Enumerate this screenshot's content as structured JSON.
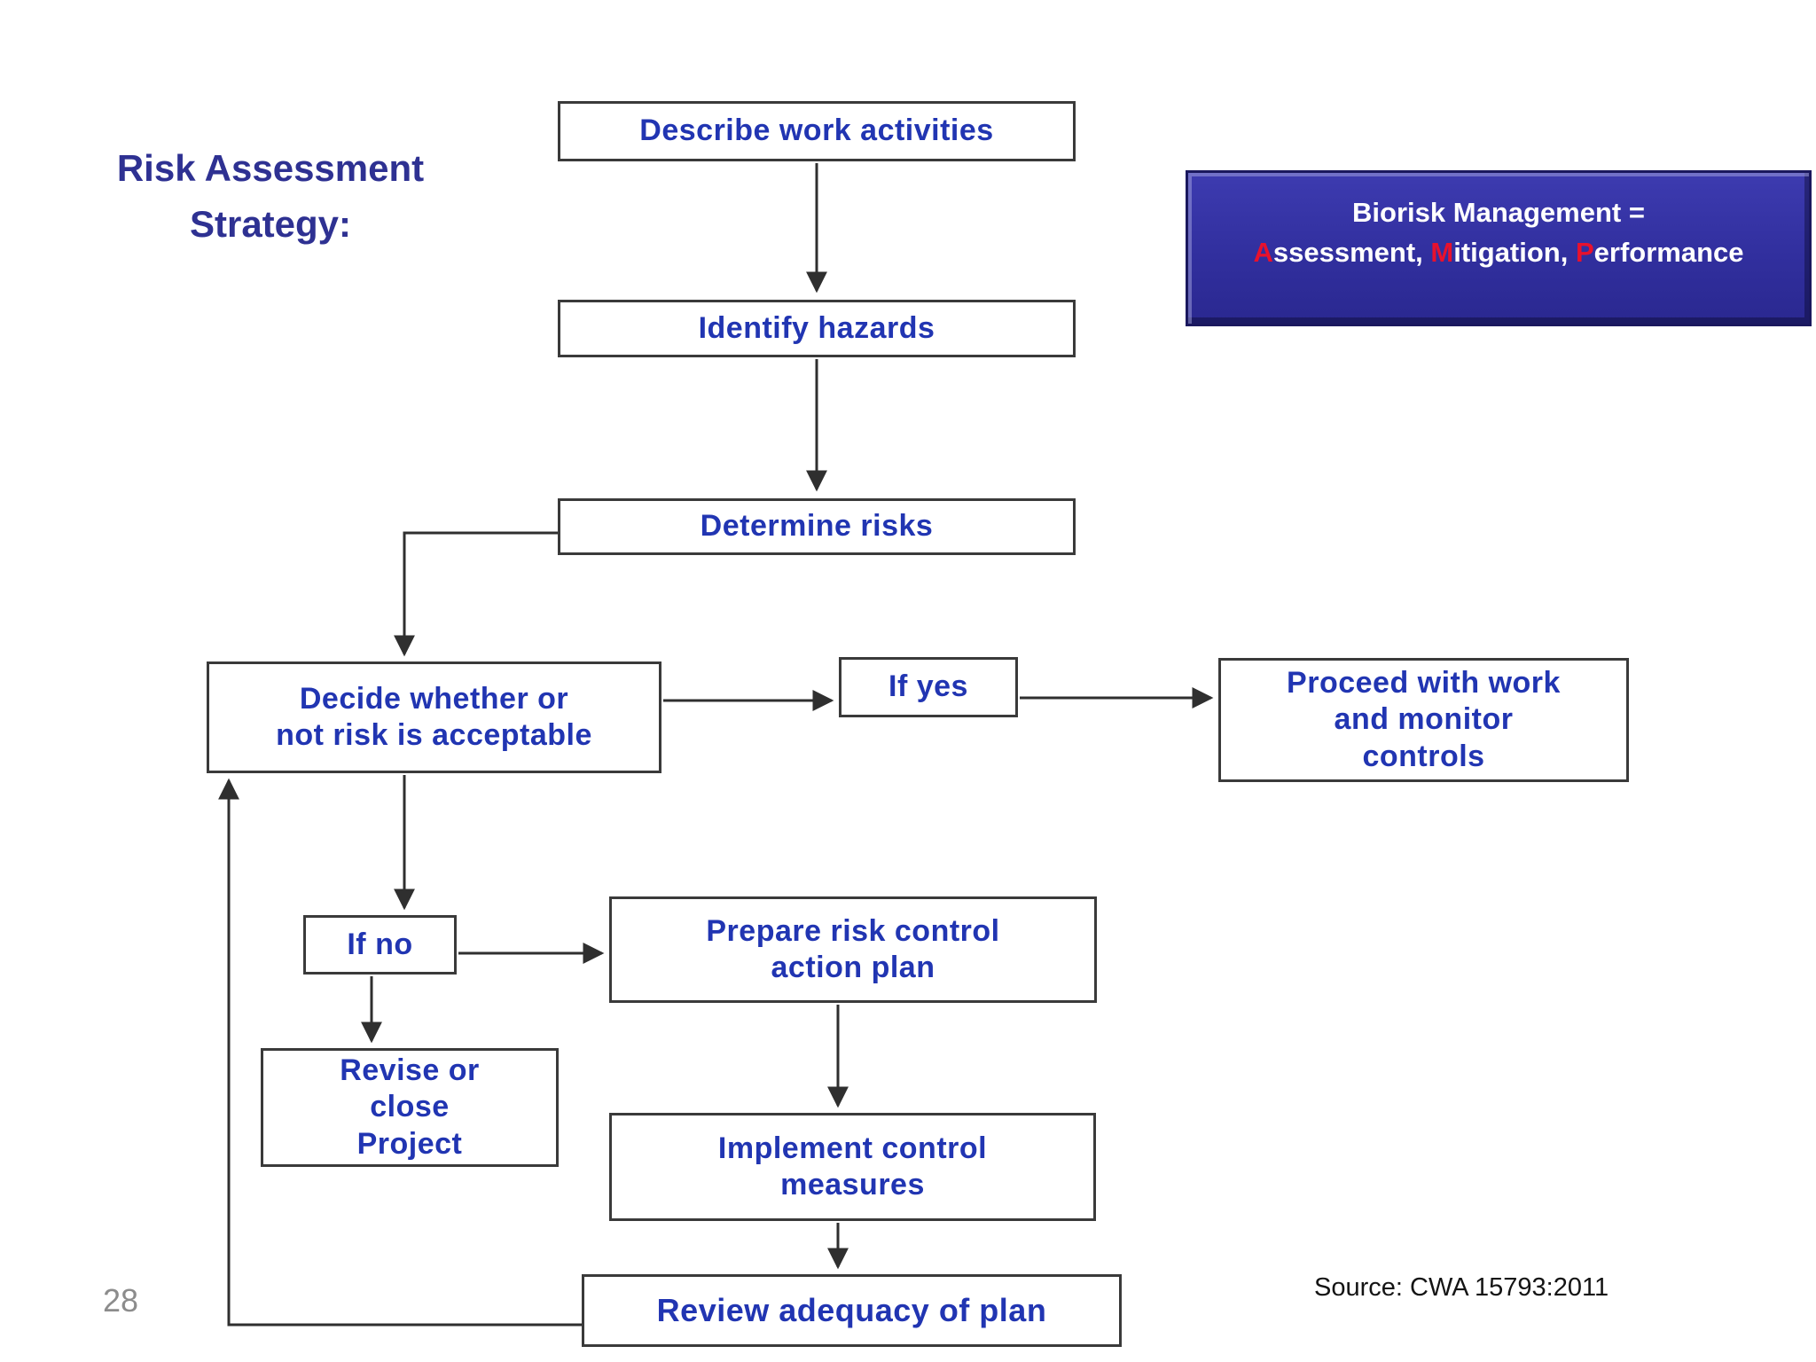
{
  "page": {
    "title": "Risk Assessment Strategy:",
    "number": "28",
    "source": "Source: CWA 15793:2011"
  },
  "banner": {
    "line1": "Biorisk Management =",
    "segments": [
      {
        "initial": "A",
        "rest": "ssessment, "
      },
      {
        "initial": "M",
        "rest": "itigation, "
      },
      {
        "initial": "P",
        "rest": "erformance"
      }
    ],
    "bg_color": "#312f9e",
    "initial_color": "#e8112d",
    "text_color": "#ffffff"
  },
  "flowchart": {
    "text_color": "#2135b2",
    "border_color": "#3a3a3a",
    "arrow_color": "#2f2f2f",
    "nodes": {
      "describe": "Describe work activities",
      "identify": "Identify hazards",
      "determine": "Determine risks",
      "decide": "Decide whether or\nnot risk is acceptable",
      "if_yes": "If yes",
      "proceed": "Proceed with work\nand monitor\ncontrols",
      "if_no": "If no",
      "prepare": "Prepare risk control\naction plan",
      "revise": "Revise or\nclose\nProject",
      "implement": "Implement control\nmeasures",
      "review": "Review adequacy of plan"
    }
  }
}
